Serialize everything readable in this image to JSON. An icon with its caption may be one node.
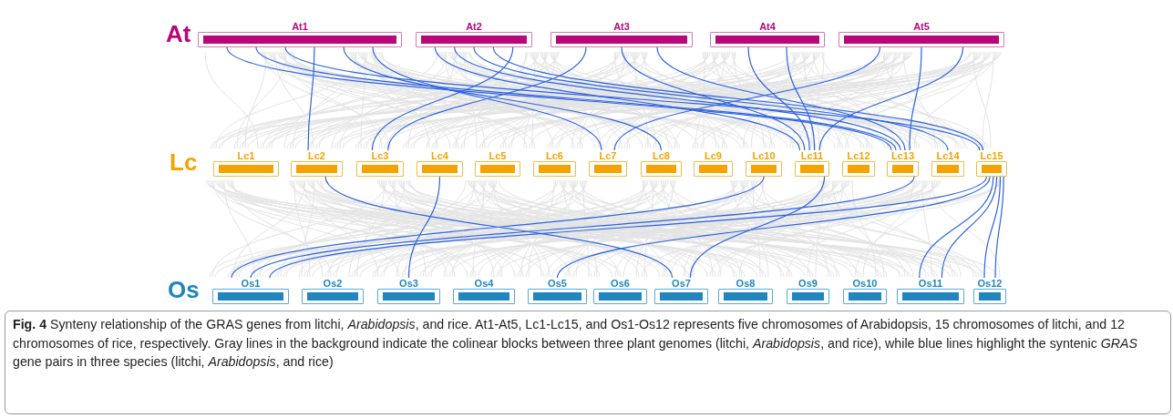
{
  "diagram": {
    "caption": "**Fig. 4** Synteny relationship of the GRAS genes from litchi, *Arabidopsis*, and rice. At1-At5, Lc1-Lc15, and Os1-Os12 represents five chromosomes of Arabidopsis, 15 chromosomes of litchi, and 12 chromosomes of rice, respectively. Gray lines in the background indicate the colinear blocks between three plant genomes (litchi, *Arabidopsis*, and rice), while blue lines highlight the syntenic *GRAS* gene pairs in three species (litchi, *Arabidopsis*, and rice)",
    "nodes": [
      {
        "text": [
          "At1"
        ]
      },
      {
        "text": [
          "At2"
        ]
      },
      {
        "text": [
          "At3"
        ]
      },
      {
        "text": [
          "At4"
        ]
      },
      {
        "text": [
          "At5"
        ]
      },
      {
        "text": [
          "Lc1"
        ]
      },
      {
        "text": [
          "Lc2"
        ]
      },
      {
        "text": [
          "Lc3"
        ]
      },
      {
        "text": [
          "Lc4"
        ]
      },
      {
        "text": [
          "Lc5"
        ]
      },
      {
        "text": [
          "Lc6"
        ]
      },
      {
        "text": [
          "Lc7"
        ]
      },
      {
        "text": [
          "Lc8"
        ]
      },
      {
        "text": [
          "Lc9"
        ]
      },
      {
        "text": [
          "Lc10"
        ]
      },
      {
        "text": [
          "Lc11"
        ]
      },
      {
        "text": [
          "Lc12"
        ]
      },
      {
        "text": [
          "Lc13"
        ]
      },
      {
        "text": [
          "Lc14"
        ]
      },
      {
        "text": [
          "Lc15"
        ]
      },
      {
        "text": [
          "Os1"
        ]
      },
      {
        "text": [
          "Os2"
        ]
      },
      {
        "text": [
          "Os3"
        ]
      },
      {
        "text": [
          "Os4"
        ]
      },
      {
        "text": [
          "Os5"
        ]
      },
      {
        "text": [
          "Os6"
        ]
      },
      {
        "text": [
          "Os7"
        ]
      },
      {
        "text": [
          "Os8"
        ]
      },
      {
        "text": [
          "Os9"
        ]
      },
      {
        "text": [
          "Os10"
        ]
      },
      {
        "text": [
          "Os11"
        ]
      },
      {
        "text": [
          "Os12"
        ]
      }
    ],
    "edges": [
      {
        "from": 0,
        "to": 17,
        "arrow": "none"
      },
      {
        "from": 0,
        "to": 17,
        "arrow": "none"
      },
      {
        "from": 0,
        "to": 19,
        "arrow": "none"
      },
      {
        "from": 0,
        "to": 6,
        "arrow": "none"
      },
      {
        "from": 0,
        "to": 12,
        "arrow": "none"
      },
      {
        "from": 0,
        "to": 11,
        "arrow": "none"
      },
      {
        "from": 1,
        "to": 15,
        "arrow": "none"
      },
      {
        "from": 1,
        "to": 17,
        "arrow": "none"
      },
      {
        "from": 1,
        "to": 18,
        "arrow": "none"
      },
      {
        "from": 1,
        "to": 19,
        "arrow": "none"
      },
      {
        "from": 1,
        "to": 7,
        "arrow": "none"
      },
      {
        "from": 2,
        "to": 7,
        "arrow": "none"
      },
      {
        "from": 2,
        "to": 15,
        "arrow": "none"
      },
      {
        "from": 2,
        "to": 17,
        "arrow": "none"
      },
      {
        "from": 3,
        "to": 15,
        "arrow": "none"
      },
      {
        "from": 3,
        "to": 15,
        "arrow": "none"
      },
      {
        "from": 4,
        "to": 11,
        "arrow": "none"
      },
      {
        "from": 4,
        "to": 17,
        "arrow": "none"
      },
      {
        "from": 4,
        "to": 15,
        "arrow": "none"
      },
      {
        "from": 6,
        "to": 26,
        "arrow": "none"
      },
      {
        "from": 8,
        "to": 22,
        "arrow": "none"
      },
      {
        "from": 14,
        "to": 20,
        "arrow": "none"
      },
      {
        "from": 17,
        "to": 20,
        "arrow": "none"
      },
      {
        "from": 19,
        "to": 20,
        "arrow": "none"
      },
      {
        "from": 19,
        "to": 24,
        "arrow": "none"
      },
      {
        "from": 15,
        "to": 26,
        "arrow": "none"
      },
      {
        "from": 19,
        "to": 30,
        "arrow": "none"
      },
      {
        "from": 19,
        "to": 30,
        "arrow": "none"
      },
      {
        "from": 19,
        "to": 31,
        "arrow": "none"
      },
      {
        "from": 19,
        "to": 31,
        "arrow": "none"
      }
    ],
    "labels": [
      "At",
      "Lc",
      "Os"
    ]
  }
}
